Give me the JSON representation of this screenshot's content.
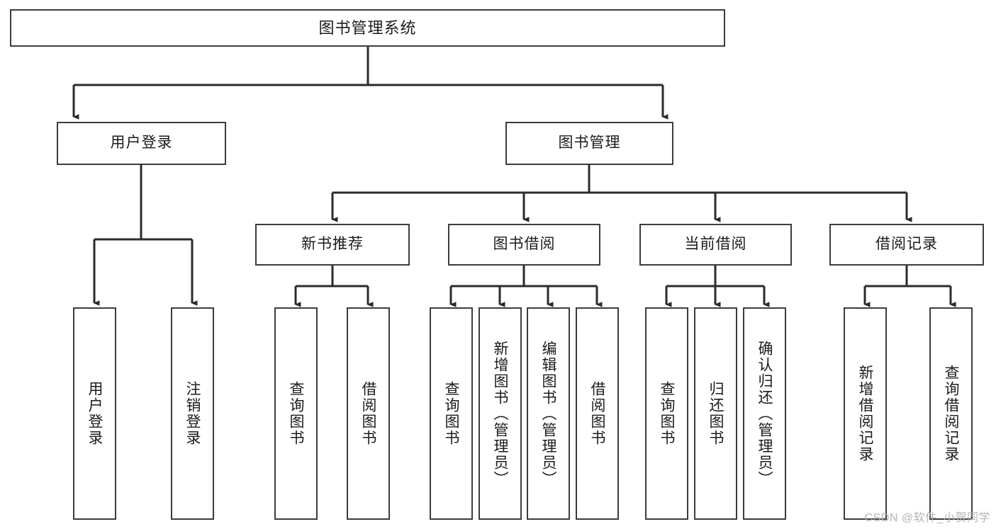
{
  "diagram": {
    "title": "图书管理系统",
    "watermark": "CSDN @软件_小贺同学",
    "colors": {
      "box_border": "#3c3c3c",
      "box_fill": "#ffffff",
      "edge": "#2b2b2b",
      "text": "#1b1b1b",
      "watermark": "#b4b4b4",
      "background": "#ffffff"
    },
    "root": {
      "label": "图书管理系统"
    },
    "level1": [
      {
        "label": "用户登录"
      },
      {
        "label": "图书管理"
      }
    ],
    "level2": [
      {
        "label": "新书推荐"
      },
      {
        "label": "图书借阅"
      },
      {
        "label": "当前借阅"
      },
      {
        "label": "借阅记录"
      }
    ],
    "leaves": {
      "user_login": [
        {
          "label": "用户登录"
        },
        {
          "label": "注销登录"
        }
      ],
      "new_book_recommend": [
        {
          "label": "查询图书"
        },
        {
          "label": "借阅图书"
        }
      ],
      "book_borrow": [
        {
          "label": "查询图书"
        },
        {
          "label": "新增图书（管理员）"
        },
        {
          "label": "编辑图书（管理员）"
        },
        {
          "label": "借阅图书"
        }
      ],
      "current_borrow": [
        {
          "label": "查询图书"
        },
        {
          "label": "归还图书"
        },
        {
          "label": "确认归还（管理员）"
        }
      ],
      "borrow_record": [
        {
          "label": "新增借阅记录"
        },
        {
          "label": "查询借阅记录"
        }
      ]
    }
  }
}
